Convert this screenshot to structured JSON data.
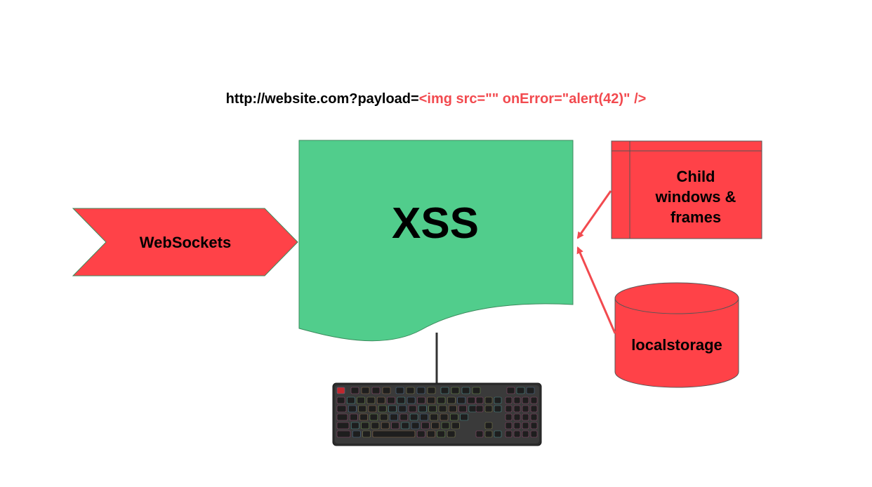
{
  "url": {
    "prefix": "http://website.com?payload=",
    "payload": "<img src=\"\" onError=\"alert(42)\" />"
  },
  "center": {
    "label": "XSS"
  },
  "left_shape": {
    "label": "WebSockets"
  },
  "right_top": {
    "lines": [
      "Child",
      "windows &",
      "frames"
    ]
  },
  "right_bottom": {
    "label": "localstorage"
  },
  "colors": {
    "red": "#ff4248",
    "green": "#51cd8c",
    "arrow": "#f24a4f",
    "outline": "#3b8a5c"
  },
  "keyboard": {
    "icon": "keyboard-icon"
  }
}
